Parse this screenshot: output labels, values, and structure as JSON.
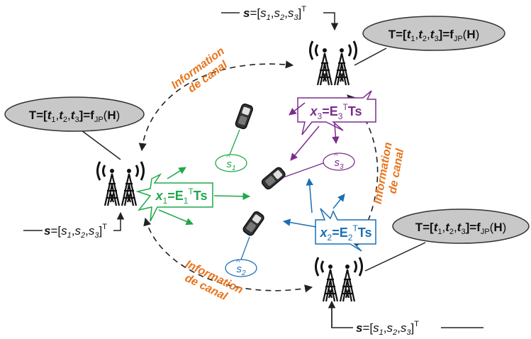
{
  "colors": {
    "green": "#1fa84b",
    "purple": "#7b2d8e",
    "blue": "#1b6fb3",
    "orange": "#e8741c",
    "bubble_fill": "#c8c8c8",
    "bubble_stroke": "#333333"
  },
  "icons": [
    "antenna-tower-icon",
    "mobile-phone-icon"
  ],
  "base_stations": [
    {
      "id": "bs-left",
      "precoder": {
        "prefix": "T=[",
        "t1": "t",
        "sub1": "1",
        "sep1": ",",
        "t2": "t",
        "sub2": "2",
        "sep2": ",",
        "t3": "t",
        "sub3": "3",
        "close": "]=f",
        "sub_jp": "JP",
        "arg_open": "(",
        "H": "H",
        "arg_close": ")"
      },
      "symbols": {
        "s_bold": "s",
        "eq": "=[",
        "s1": "s",
        "n1": "1",
        "c1": ",",
        "s2": "s",
        "n2": "2",
        "c2": ",",
        "s3": "s",
        "n3": "3",
        "close": "]",
        "T": "T"
      },
      "signal": {
        "x": "x",
        "n": "1",
        "eq": "=E",
        "n2": "1",
        "T": "T",
        "Ts": "Ts"
      }
    },
    {
      "id": "bs-top",
      "precoder": {
        "prefix": "T=[",
        "t1": "t",
        "sub1": "1",
        "sep1": ",",
        "t2": "t",
        "sub2": "2",
        "sep2": ",",
        "t3": "t",
        "sub3": "3",
        "close": "]=f",
        "sub_jp": "JP",
        "arg_open": "(",
        "H": "H",
        "arg_close": ")"
      },
      "symbols": {
        "s_bold": "s",
        "eq": "=[",
        "s1": "s",
        "n1": "1",
        "c1": ",",
        "s2": "s",
        "n2": "2",
        "c2": ",",
        "s3": "s",
        "n3": "3",
        "close": "]",
        "T": "T"
      },
      "signal": {
        "x": "x",
        "n": "3",
        "eq": "=E",
        "n2": "3",
        "T": "T",
        "Ts": "Ts"
      }
    },
    {
      "id": "bs-bottom",
      "precoder": {
        "prefix": "T=[",
        "t1": "t",
        "sub1": "1",
        "sep1": ",",
        "t2": "t",
        "sub2": "2",
        "sep2": ",",
        "t3": "t",
        "sub3": "3",
        "close": "]=f",
        "sub_jp": "JP",
        "arg_open": "(",
        "H": "H",
        "arg_close": ")"
      },
      "symbols": {
        "s_bold": "s",
        "eq": "=[",
        "s1": "s",
        "n1": "1",
        "c1": ",",
        "s2": "s",
        "n2": "2",
        "c2": ",",
        "s3": "s",
        "n3": "3",
        "close": "]",
        "T": "T"
      },
      "signal": {
        "x": "x",
        "n": "2",
        "eq": "=E",
        "n2": "2",
        "T": "T",
        "Ts": "Ts"
      }
    }
  ],
  "users": [
    {
      "id": "user-1",
      "s": "s",
      "hat": "^",
      "n": "1"
    },
    {
      "id": "user-2",
      "s": "s",
      "hat": "^",
      "n": "2"
    },
    {
      "id": "user-3",
      "s": "s",
      "hat": "^",
      "n": "3"
    }
  ],
  "labels": {
    "info_line1": "Information",
    "info_line2": "de canal"
  }
}
